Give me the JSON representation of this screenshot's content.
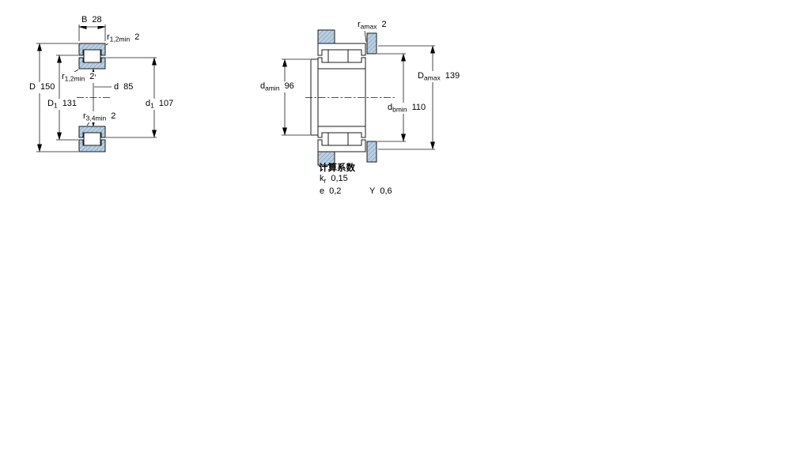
{
  "colors": {
    "section_fill": "#b9cfe2",
    "hatch_line": "#6f8fae",
    "outline": "#1a1a1a",
    "background": "#ffffff"
  },
  "figure_left": {
    "dims": {
      "B": {
        "sym": "B",
        "sub": "",
        "val": "28"
      },
      "r12_top": {
        "sym": "r",
        "sub": "1,2min",
        "val": "2"
      },
      "r12_side": {
        "sym": "r",
        "sub": "1,2min",
        "val": "2"
      },
      "d": {
        "sym": "d",
        "sub": "",
        "val": "85"
      },
      "D": {
        "sym": "D",
        "sub": "",
        "val": "150"
      },
      "D1": {
        "sym": "D",
        "sub": "1",
        "val": "131"
      },
      "r34": {
        "sym": "r",
        "sub": "3,4min",
        "val": "2"
      },
      "d1": {
        "sym": "d",
        "sub": "1",
        "val": "107"
      }
    }
  },
  "figure_right": {
    "dims": {
      "ra": {
        "sym": "r",
        "sub": "amax",
        "val": "2"
      },
      "da": {
        "sym": "d",
        "sub": "amin",
        "val": "96"
      },
      "Da": {
        "sym": "D",
        "sub": "amax",
        "val": "139"
      },
      "db": {
        "sym": "d",
        "sub": "bmin",
        "val": "110"
      }
    }
  },
  "factors": {
    "title": "计算系数",
    "kr": {
      "sym": "k",
      "sub": "r",
      "val": "0,15"
    },
    "e": {
      "sym": "e",
      "sub": "",
      "val": "0,2"
    },
    "y": {
      "sym": "Y",
      "sub": "",
      "val": "0,6"
    }
  }
}
